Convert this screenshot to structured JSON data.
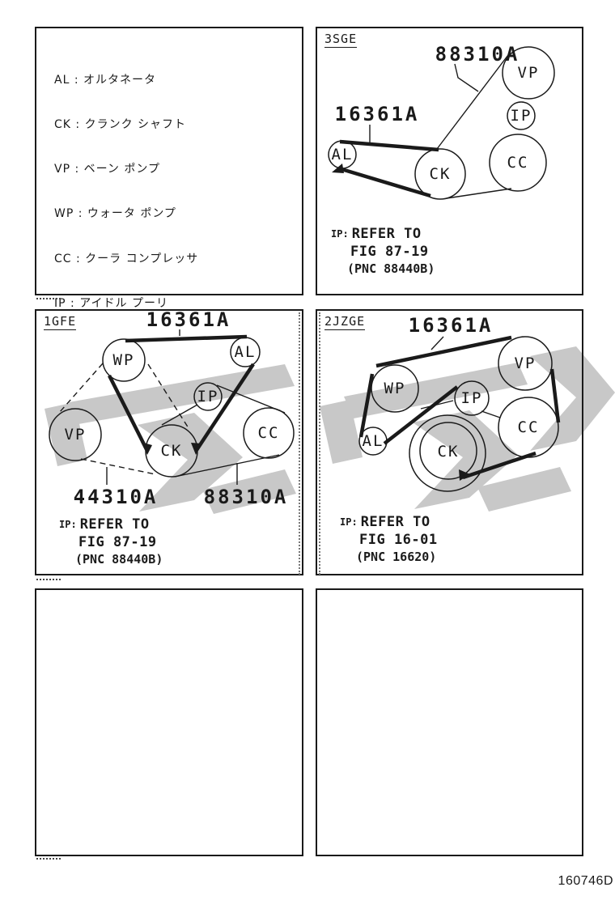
{
  "page": {
    "figure_code": "160746D"
  },
  "colors": {
    "line": "#1a1a1a",
    "watermark": "#c8c8c8",
    "background": "#ffffff"
  },
  "legend": {
    "lines": [
      "AL : オルタネータ",
      "CK : クランク シャフト",
      "VP : ベーン ポンプ",
      "WP : ウォータ ポンプ",
      "CC : クーラ コンプレッサ",
      "IP : アイドル プーリ"
    ]
  },
  "engines": [
    {
      "code": "3SGE",
      "pulleys": [
        {
          "label": "AL"
        },
        {
          "label": "CK"
        },
        {
          "label": "CC"
        },
        {
          "label": "IP"
        },
        {
          "label": "VP"
        }
      ],
      "callouts": [
        {
          "text": "88310A"
        },
        {
          "text": "16361A"
        }
      ],
      "note": {
        "prefix": "IP:",
        "line1": "REFER TO",
        "line2": "FIG 87-19",
        "line3": "(PNC 88440B)"
      }
    },
    {
      "code": "1GFE",
      "pulleys": [
        {
          "label": "WP"
        },
        {
          "label": "AL"
        },
        {
          "label": "IP"
        },
        {
          "label": "VP"
        },
        {
          "label": "CK"
        },
        {
          "label": "CC"
        }
      ],
      "callouts": [
        {
          "text": "16361A"
        },
        {
          "text": "44310A"
        },
        {
          "text": "88310A"
        }
      ],
      "note": {
        "prefix": "IP:",
        "line1": "REFER TO",
        "line2": "FIG 87-19",
        "line3": "(PNC 88440B)"
      }
    },
    {
      "code": "2JZGE",
      "pulleys": [
        {
          "label": "WP"
        },
        {
          "label": "AL"
        },
        {
          "label": "IP"
        },
        {
          "label": "VP"
        },
        {
          "label": "CK"
        },
        {
          "label": "CC"
        }
      ],
      "callouts": [
        {
          "text": "16361A"
        }
      ],
      "note": {
        "prefix": "IP:",
        "line1": "REFER TO",
        "line2": "FIG 16-01",
        "line3": "(PNC 16620)"
      }
    }
  ]
}
